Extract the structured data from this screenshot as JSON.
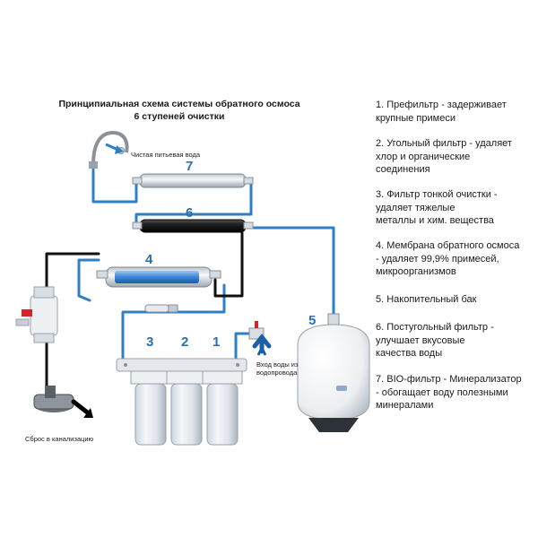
{
  "title": {
    "line1": "Принципиальная схема системы обратного осмоса",
    "line2": "6 ступеней очистки"
  },
  "labels": {
    "clean_water": "Чистая питьевая вода",
    "inlet_line1": "Вход воды из",
    "inlet_line2": "водопровода",
    "drain": "Сброс в канализацию"
  },
  "stage_numbers": {
    "s1": "1",
    "s2": "2",
    "s3": "3",
    "s4": "4",
    "s5": "5",
    "s6": "6",
    "s7": "7"
  },
  "legend": [
    {
      "id": "1",
      "lines": [
        "1. Префильтр - задерживает",
        "крупные примеси"
      ]
    },
    {
      "id": "2",
      "lines": [
        "2. Угольный фильтр - удаляет",
        "хлор и органические",
        "соединения"
      ]
    },
    {
      "id": "3",
      "lines": [
        "3. Фильтр тонкой очистки -",
        "удаляет тяжелые",
        "металлы и хим. вещества"
      ]
    },
    {
      "id": "4",
      "lines": [
        "4. Мембрана обратного осмоса",
        "- удаляет 99,9% примесей,",
        "микроорганизмов"
      ]
    },
    {
      "id": "5",
      "lines": [
        "5. Накопительный бак"
      ]
    },
    {
      "id": "6",
      "lines": [
        "6. Постугольный фильтр -",
        "улучшает вкусовые",
        "качества воды"
      ]
    },
    {
      "id": "7",
      "lines": [
        "7. BIO-фильтр - Минерализатор",
        "- обогащает воду полезными",
        "минералами"
      ]
    }
  ],
  "colors": {
    "tube_blue": "#2f7fc4",
    "tube_black": "#111111",
    "stage_number": "#2c6fad",
    "membrane_blue": "#3a86d8",
    "arrow_blue": "#1d5ea8"
  },
  "icons": [
    "faucet-icon",
    "drain-icon",
    "valve-icon",
    "inlet-arrow-icon",
    "flow-arrow-icon"
  ]
}
